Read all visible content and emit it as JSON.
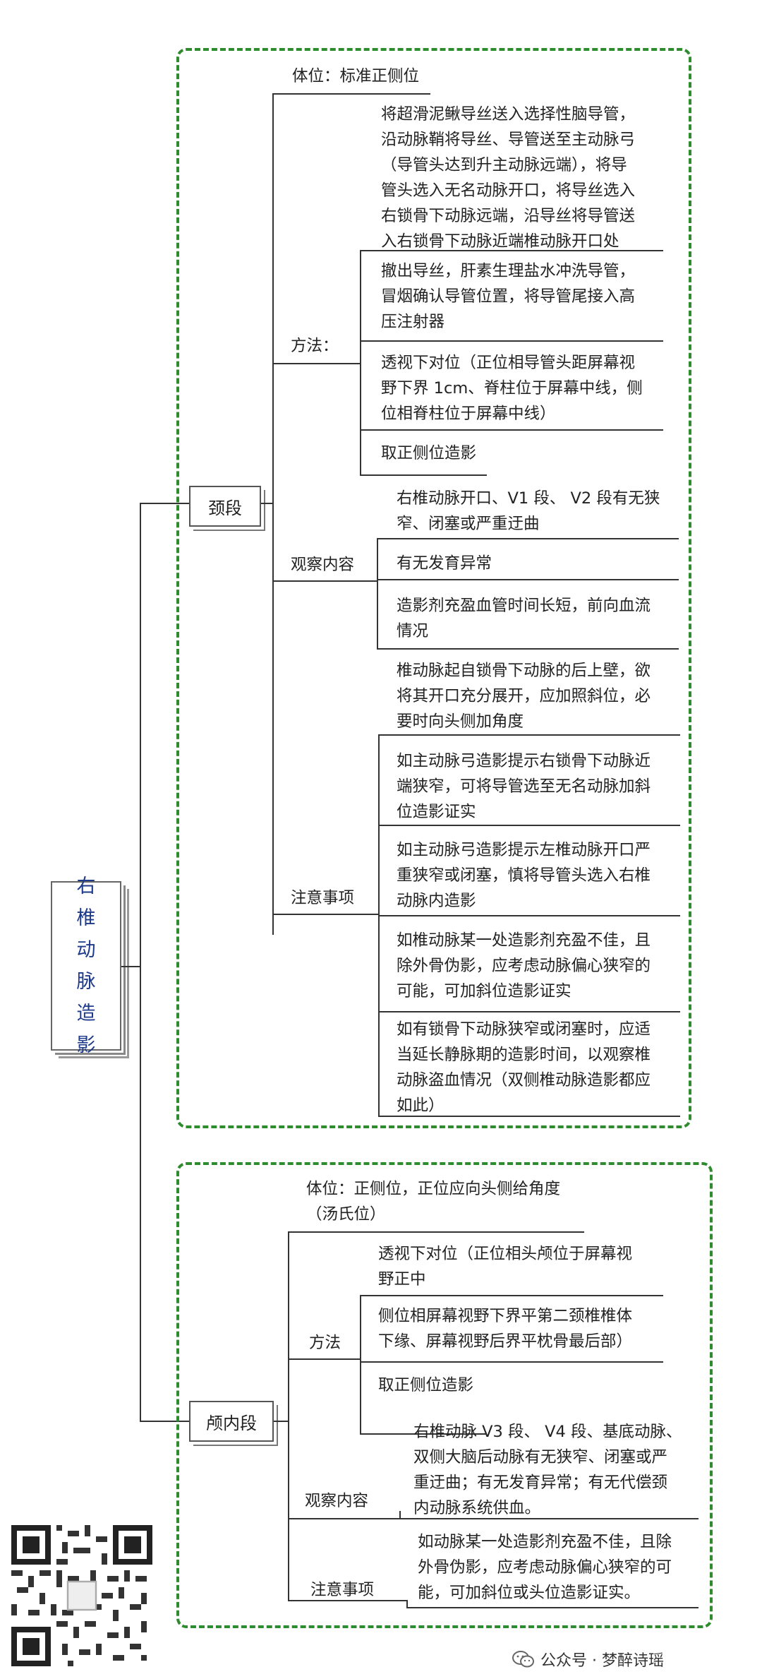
{
  "root": "右椎动脉造影",
  "neck": {
    "label": "颈段",
    "position": "体位：标准正侧位",
    "method_label": "方法：",
    "methods": [
      "将超滑泥鳅导丝送入选择性脑导管，\n沿动脉鞘将导丝、导管送至主动脉弓\n（导管头达到升主动脉远端），将导\n管头选入无名动脉开口，将导丝选入\n右锁骨下动脉远端，沿导丝将导管送\n入右锁骨下动脉近端椎动脉开口处",
      "撤出导丝，肝素生理盐水冲洗导管，\n冒烟确认导管位置，将导管尾接入高\n压注射器",
      "透视下对位（正位相导管头距屏幕视\n野下界 1cm、脊柱位于屏幕中线，侧\n位相脊柱位于屏幕中线）",
      "取正侧位造影"
    ],
    "observe_label": "观察内容",
    "observe": [
      "右椎动脉开口、V1 段、 V2 段有无狭\n窄、闭塞或严重迂曲",
      "有无发育异常",
      "造影剂充盈血管时间长短，前向血流\n情况"
    ],
    "notes_label": "注意事项",
    "notes": [
      "椎动脉起自锁骨下动脉的后上壁，欲\n将其开口充分展开，应加照斜位，必\n要时向头侧加角度",
      "如主动脉弓造影提示右锁骨下动脉近\n端狭窄，可将导管选至无名动脉加斜\n位造影证实",
      "如主动脉弓造影提示左椎动脉开口严\n重狭窄或闭塞，慎将导管头选入右椎\n动脉内造影",
      "如椎动脉某一处造影剂充盈不佳，且\n除外骨伪影，应考虑动脉偏心狭窄的\n可能，可加斜位造影证实",
      "如有锁骨下动脉狭窄或闭塞时，应适\n当延长静脉期的造影时间，以观察椎\n动脉盗血情况（双侧椎动脉造影都应\n如此）"
    ]
  },
  "intracranial": {
    "label": "颅内段",
    "position": "体位：正侧位，正位应向头侧给角度\n（汤氏位）",
    "method_label": "方法",
    "methods": [
      "透视下对位（正位相头颅位于屏幕视\n野正中",
      "侧位相屏幕视野下界平第二颈椎椎体\n下缘、屏幕视野后界平枕骨最后部）",
      "取正侧位造影"
    ],
    "observe_label": "观察内容",
    "observe": "右椎动脉 V3 段、 V4 段、基底动脉、\n双侧大脑后动脉有无狭窄、闭塞或严\n重迂曲；有无发育异常；有无代偿颈\n内动脉系统供血。",
    "notes_label": "注意事项",
    "notes": "如动脉某一处造影剂充盈不佳，且除\n外骨伪影，应考虑动脉偏心狭窄的可\n能，可加斜位或头位造影证实。"
  },
  "watermark": {
    "icon": "wechat-icon",
    "text": "公众号 · 梦醉诗瑶"
  },
  "colors": {
    "group_border": "#2e8b2e",
    "root_text": "#1e3a8a"
  }
}
